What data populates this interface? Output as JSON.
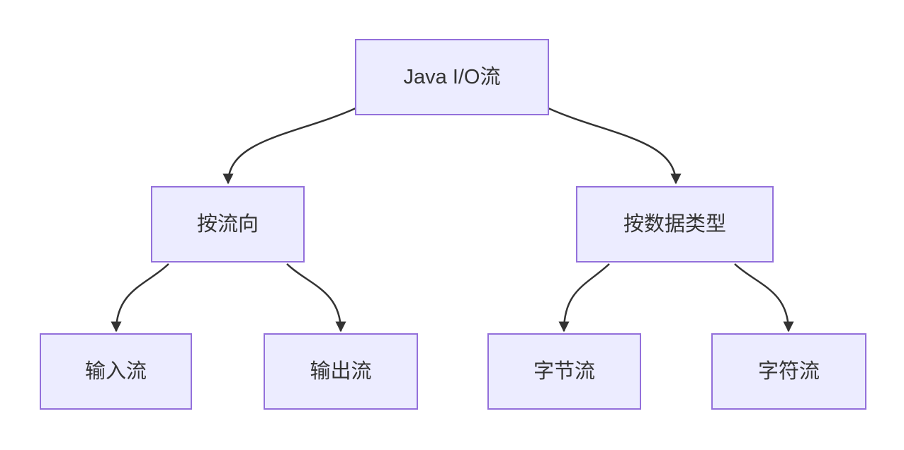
{
  "diagram": {
    "kind": "flowchart",
    "direction": "top-down",
    "nodes": [
      {
        "id": "root",
        "label": "Java I/O流"
      },
      {
        "id": "by-direction",
        "label": "按流向"
      },
      {
        "id": "by-datatype",
        "label": "按数据类型"
      },
      {
        "id": "input",
        "label": "输入流"
      },
      {
        "id": "output",
        "label": "输出流"
      },
      {
        "id": "byte",
        "label": "字节流"
      },
      {
        "id": "char",
        "label": "字符流"
      }
    ],
    "edges": [
      {
        "from": "Java I/O流",
        "to": "按流向"
      },
      {
        "from": "Java I/O流",
        "to": "按数据类型"
      },
      {
        "from": "按流向",
        "to": "输入流"
      },
      {
        "from": "按流向",
        "to": "输出流"
      },
      {
        "from": "按数据类型",
        "to": "字节流"
      },
      {
        "from": "按数据类型",
        "to": "字符流"
      }
    ],
    "colors": {
      "node_fill": "#ECECFF",
      "node_border": "#9370DB",
      "edge_line": "#333333",
      "arrowhead": "#333333",
      "text": "#333333",
      "background": "#FFFFFF"
    }
  }
}
